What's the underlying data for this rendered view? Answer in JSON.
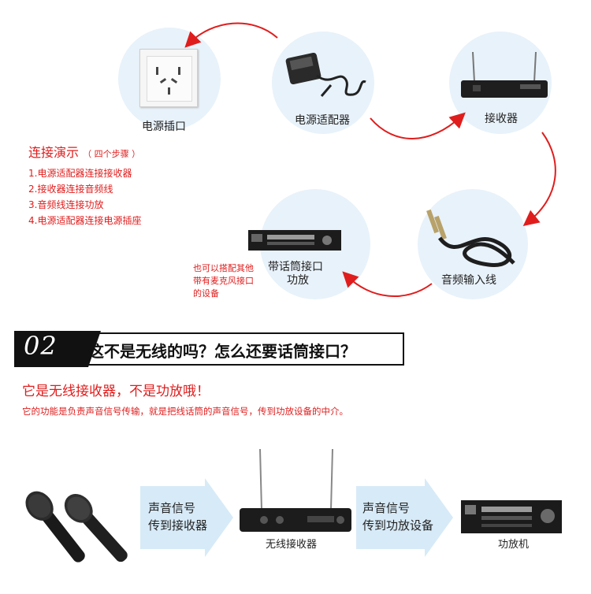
{
  "diagram": {
    "nodes": {
      "socket": "电源插口",
      "adapter": "电源适配器",
      "receiver": "接收器",
      "cable": "音频输入线",
      "amplifier_line1": "带话筒接口",
      "amplifier_line2": "功放"
    },
    "side_note": [
      "也可以搭配其他",
      "带有麦克风接口",
      "的设备"
    ],
    "demo_title": "连接演示",
    "demo_subtitle": "（ 四个步骤 ）",
    "steps": [
      "1.电源适配器连接接收器",
      "2.接收器连接音频线",
      "3.音频线连接功放",
      "4.电源适配器连接电源插座"
    ]
  },
  "section2": {
    "number": "02",
    "question": "这不是无线的吗？怎么还要话筒接口？",
    "answer_title": "它是无线接收器，不是功放哦！",
    "answer_desc": "它的功能是负责声音信号传输，就是把线话筒的声音信号，传到功放设备的中介。"
  },
  "flow": {
    "arrow1_line1": "声音信号",
    "arrow1_line2": "传到接收器",
    "receiver_label": "无线接收器",
    "arrow2_line1": "声音信号",
    "arrow2_line2": "传到功放设备",
    "amp_label": "功放机"
  },
  "colors": {
    "accent_red": "#e01d1d",
    "circle_bg": "#e8f2fa",
    "arrow_bg": "#d7eaf7"
  }
}
